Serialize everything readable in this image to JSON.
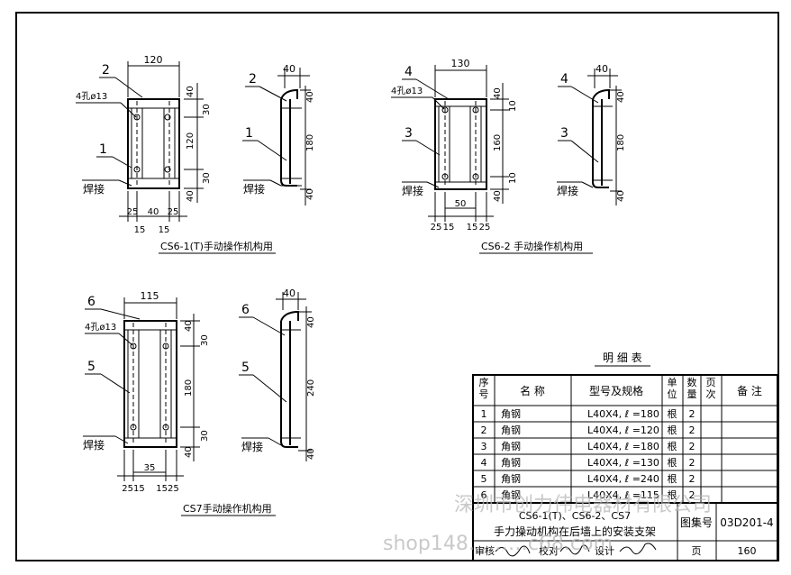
{
  "details": [
    {
      "caption": "CS6-1(T)手动操作机构用",
      "front_width": "120",
      "hole_note": "4孔ø13",
      "front_labels": [
        "2",
        "1"
      ],
      "weld": "焊接",
      "front_vdims": [
        "40",
        "30",
        "120",
        "30",
        "40"
      ],
      "bottom_row1": [
        "25",
        "40",
        "25"
      ],
      "bottom_row2": [
        "15",
        "15"
      ],
      "side_width": "40",
      "side_labels": [
        "2",
        "1"
      ],
      "side_vdims": [
        "40",
        "180",
        "40"
      ],
      "side_weld": "焊接"
    },
    {
      "caption": "CS6-2 手动操作机构用",
      "front_width": "130",
      "hole_note": "4孔ø13",
      "front_labels": [
        "4",
        "3"
      ],
      "weld": "焊接",
      "front_vdims": [
        "40",
        "10",
        "160",
        "10",
        "40"
      ],
      "bottom_row1": [
        "50"
      ],
      "bottom_row2": [
        "25",
        "15",
        "15",
        "25"
      ],
      "side_width": "40",
      "side_labels": [
        "4",
        "3"
      ],
      "side_vdims": [
        "40",
        "180",
        "40"
      ],
      "side_weld": "焊接"
    },
    {
      "caption": "CS7手动操作机构用",
      "front_width": "115",
      "hole_note": "4孔ø13",
      "front_labels": [
        "6",
        "5"
      ],
      "weld": "焊接",
      "front_vdims": [
        "40",
        "30",
        "180",
        "30",
        "40"
      ],
      "bottom_row1": [
        "35"
      ],
      "bottom_row2": [
        "2515",
        "1525"
      ],
      "side_width": "40",
      "side_labels": [
        "6",
        "5"
      ],
      "side_vdims": [
        "40",
        "240",
        "40"
      ],
      "side_weld": "焊接"
    }
  ],
  "table": {
    "title": "明 细 表",
    "headers": [
      "序号",
      "名 称",
      "型号及规格",
      "单位",
      "数量",
      "页次",
      "备 注"
    ],
    "rows": [
      [
        "1",
        "角钢",
        "L40X4, ℓ =180",
        "根",
        "2"
      ],
      [
        "2",
        "角钢",
        "L40X4, ℓ =120",
        "根",
        "2"
      ],
      [
        "3",
        "角钢",
        "L40X4, ℓ =180",
        "根",
        "2"
      ],
      [
        "4",
        "角钢",
        "L40X4, ℓ =130",
        "根",
        "2"
      ],
      [
        "5",
        "角钢",
        "L40X4, ℓ =240",
        "根",
        "2"
      ],
      [
        "6",
        "角钢",
        "L40X4, ℓ =115",
        "根",
        "2"
      ]
    ]
  },
  "title_block": {
    "line1": "CS6-1(T)、CS6-2、CS7",
    "line2": "手力操动机构在后墙上的安装支架",
    "atlas_label": "图集号",
    "atlas_no": "03D201-4",
    "review": "审核",
    "check": "校对",
    "design": "设计",
    "page_label": "页",
    "page_no": "160"
  },
  "watermarks": {
    "company": "深圳市创力伟电器材有限公司",
    "shop": "shop148………c68.com"
  }
}
